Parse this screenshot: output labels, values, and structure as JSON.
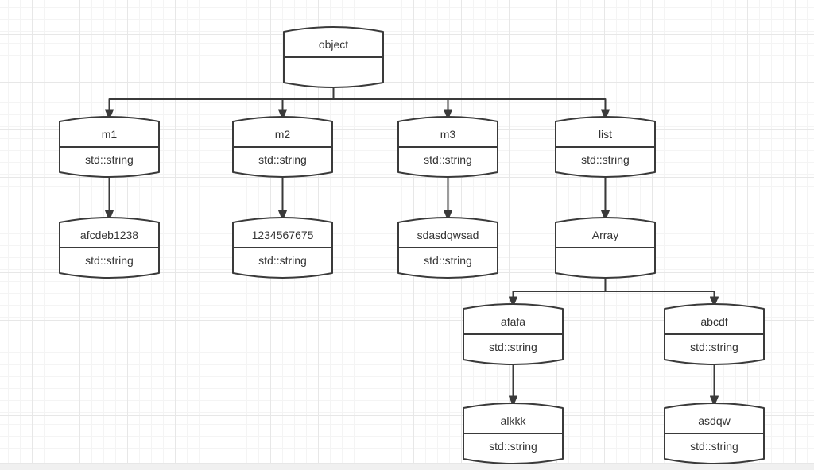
{
  "canvas": {
    "background_color": "#ffffff",
    "grid_minor_color": "#f4f4f4",
    "grid_major_color": "#e7e7e7",
    "node_fill_color": "#ffffff",
    "node_stroke_color": "#3a3a3a",
    "text_color": "#333333"
  },
  "nodes": [
    {
      "id": "object",
      "label": "object",
      "type": ""
    },
    {
      "id": "m1",
      "label": "m1",
      "type": "std::string"
    },
    {
      "id": "m2",
      "label": "m2",
      "type": "std::string"
    },
    {
      "id": "m3",
      "label": "m3",
      "type": "std::string"
    },
    {
      "id": "list",
      "label": "list",
      "type": "std::string"
    },
    {
      "id": "afcdeb1238",
      "label": "afcdeb1238",
      "type": "std::string"
    },
    {
      "id": "1234567675",
      "label": "1234567675",
      "type": "std::string"
    },
    {
      "id": "sdasdqwsad",
      "label": "sdasdqwsad",
      "type": "std::string"
    },
    {
      "id": "array",
      "label": "Array",
      "type": ""
    },
    {
      "id": "afafa",
      "label": "afafa",
      "type": "std::string"
    },
    {
      "id": "abcdf",
      "label": "abcdf",
      "type": "std::string"
    },
    {
      "id": "alkkk",
      "label": "alkkk",
      "type": "std::string"
    },
    {
      "id": "asdqw",
      "label": "asdqw",
      "type": "std::string"
    }
  ],
  "edges": [
    {
      "from": "object",
      "to": "m1"
    },
    {
      "from": "object",
      "to": "m2"
    },
    {
      "from": "object",
      "to": "m3"
    },
    {
      "from": "object",
      "to": "list"
    },
    {
      "from": "m1",
      "to": "afcdeb1238"
    },
    {
      "from": "m2",
      "to": "1234567675"
    },
    {
      "from": "m3",
      "to": "sdasdqwsad"
    },
    {
      "from": "list",
      "to": "array"
    },
    {
      "from": "array",
      "to": "afafa"
    },
    {
      "from": "array",
      "to": "abcdf"
    },
    {
      "from": "afafa",
      "to": "alkkk"
    },
    {
      "from": "abcdf",
      "to": "asdqw"
    }
  ]
}
